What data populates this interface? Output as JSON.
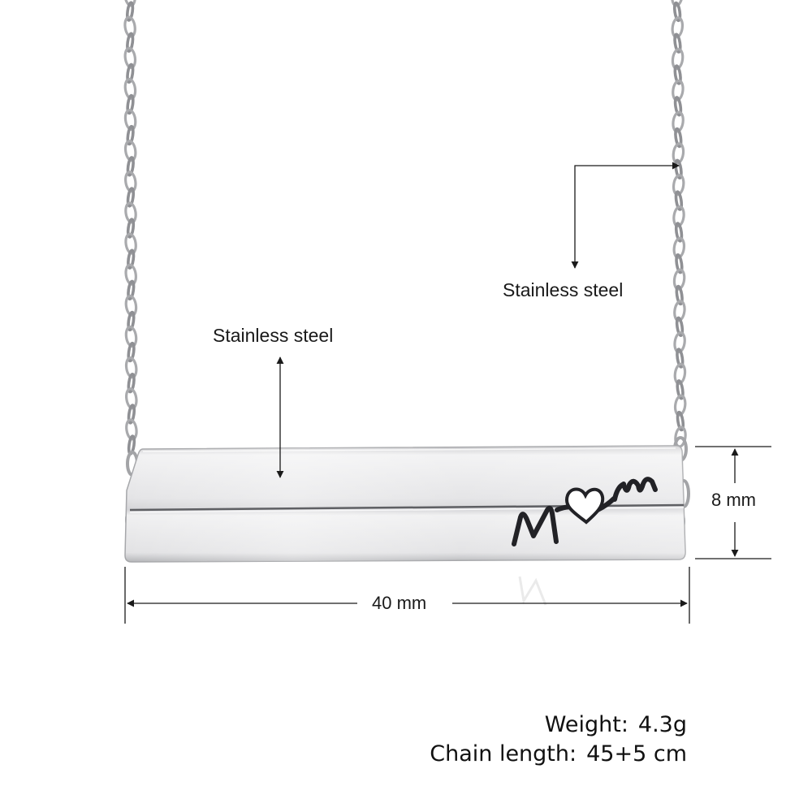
{
  "callouts": {
    "bar_material": "Stainless steel",
    "chain_material": "Stainless steel"
  },
  "dimensions": {
    "width": "40 mm",
    "height": "8 mm"
  },
  "engraving": {
    "text": "MOM",
    "heart_icon": "heart-icon"
  },
  "specs": {
    "weight_label": "Weight:",
    "weight_value": "4.3g",
    "chain_label": "Chain length:",
    "chain_value": "45+5 cm"
  },
  "colors": {
    "background": "#ffffff",
    "steel_light": "#e9e9eb",
    "steel_dark": "#b9babd",
    "chain": "#a9aaad",
    "annotation": "#1a1a1a"
  }
}
